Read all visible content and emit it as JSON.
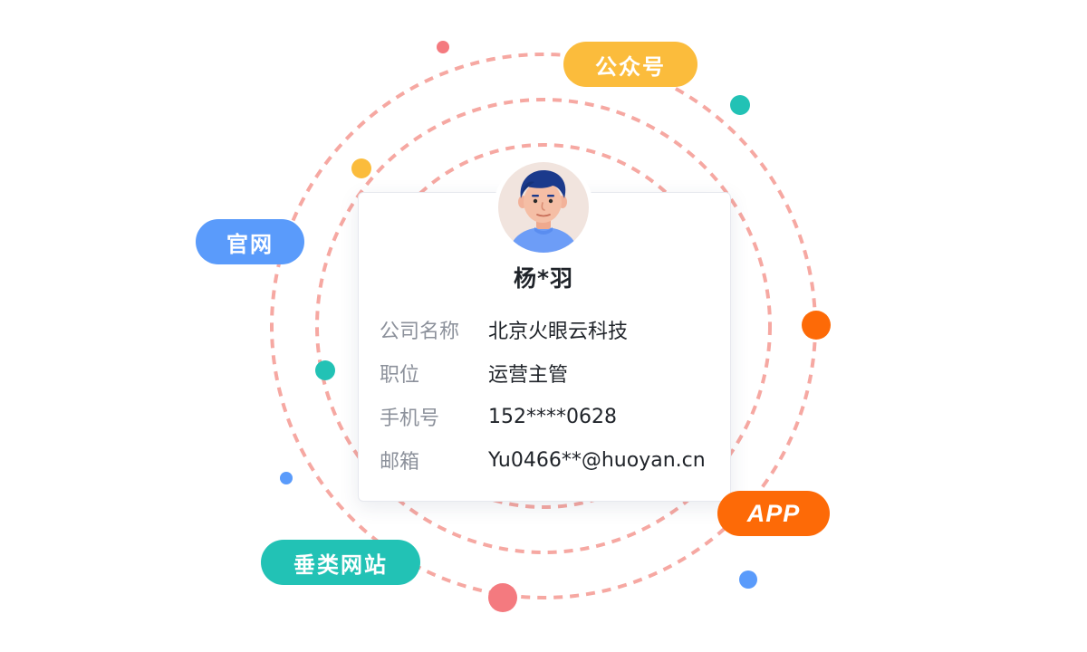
{
  "profile": {
    "name": "杨*羽",
    "rows": [
      {
        "label": "公司名称",
        "value": "北京火眼云科技"
      },
      {
        "label": "职位",
        "value": "运营主管"
      },
      {
        "label": "手机号",
        "value": "152****0628"
      },
      {
        "label": "邮箱",
        "value": "Yu0466**@huoyan.cn"
      }
    ]
  },
  "channels": {
    "official_site": "官网",
    "wechat": "公众号",
    "app": "APP",
    "vertical_site": "垂类网站"
  },
  "colors": {
    "orbit": "#f6a8a2",
    "official_site": "#5a9bfb",
    "wechat": "#fbbc3c",
    "app": "#fd6a07",
    "vertical_site": "#22c2b5",
    "dot_red": "#f47a7f",
    "dot_teal": "#22c2b5",
    "dot_yellow": "#fbbc3c",
    "dot_orange": "#fd6a07",
    "dot_blue": "#5a9bfb"
  }
}
